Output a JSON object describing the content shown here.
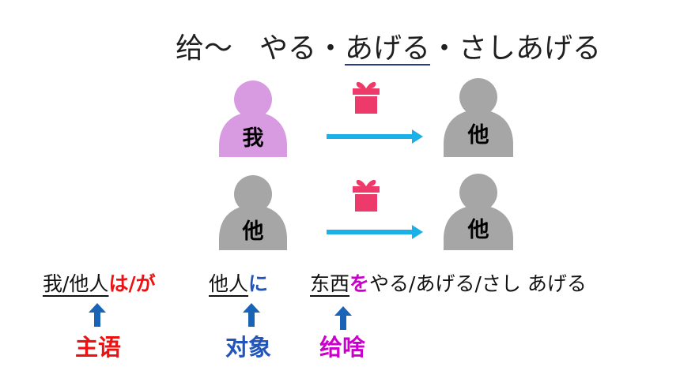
{
  "title": {
    "part1": "给～",
    "part2": "やる・",
    "part3": "あげる",
    "part4": "・さしあげる"
  },
  "rows": [
    {
      "giver": "我",
      "receiver": "他"
    },
    {
      "giver": "他",
      "receiver": "他"
    }
  ],
  "colors": {
    "self_person": "#d89ae0",
    "other_person": "#a6a6a6",
    "arrow": "#1ab0e8",
    "gift": "#ee3a6a",
    "up_arrow": "#1a64b8"
  },
  "sentence": {
    "subject": "我/他人",
    "subject_particle": "は/が",
    "target": "他人",
    "target_particle": "に",
    "object": "东西",
    "object_particle": "を",
    "verbs": "やる/あげる/さし あげる"
  },
  "roles": {
    "subject": "主语",
    "target": "对象",
    "object": "给啥"
  }
}
